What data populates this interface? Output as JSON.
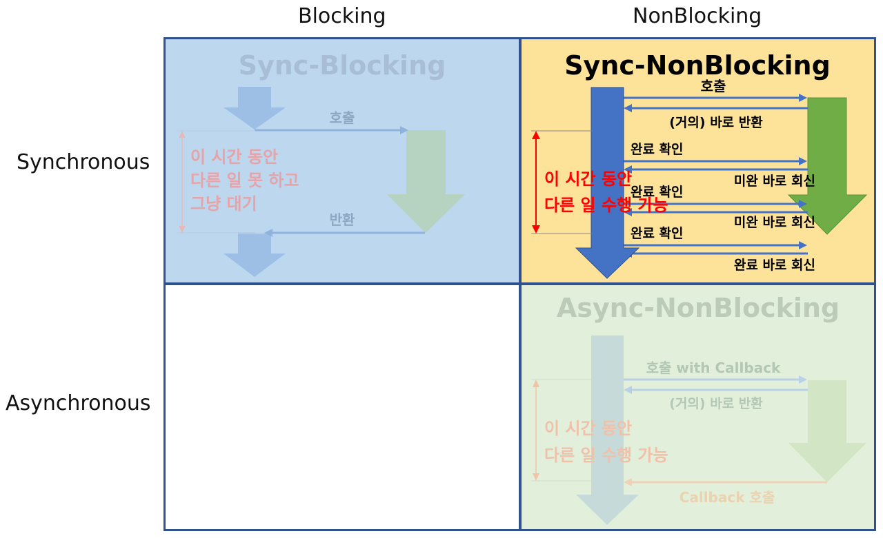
{
  "columns": {
    "left": "Blocking",
    "right": "NonBlocking"
  },
  "rows": {
    "top": "Synchronous",
    "bottom": "Asynchronous"
  },
  "sync_blocking": {
    "title": "Sync-Blocking",
    "call_label": "호출",
    "return_label": "반환",
    "wait_text_line1": "이 시간 동안",
    "wait_text_line2": "다른 일 못 하고",
    "wait_text_line3": "그냥 대기",
    "colors": {
      "bg": "#bcd7ee",
      "arrow_blue": "#9dbfe6",
      "arrow_green": "#b6d3c1",
      "faded_text": "#e6a3a8",
      "faded_label": "#8ea7c2"
    }
  },
  "sync_nonblocking": {
    "title": "Sync-NonBlocking",
    "call_label": "호출",
    "immediate_return_label": "(거의) 바로 반환",
    "check_label_1": "완료 확인",
    "reply_label_1": "미완 바로 회신",
    "check_label_2": "완료 확인",
    "reply_label_2": "미완 바로 회신",
    "check_label_3": "완료 확인",
    "reply_label_3": "완료 바로 회신",
    "work_text_line1": "이 시간 동안",
    "work_text_line2": "다른 일 수행 가능",
    "colors": {
      "bg": "#fde39a",
      "arrow_blue": "#4472c4",
      "arrow_green": "#70ad47",
      "red": "#ff0000"
    }
  },
  "async_nonblocking": {
    "title": "Async-NonBlocking",
    "call_label": "호출 with Callback",
    "immediate_return_label": "(거의) 바로 반환",
    "callback_label": "Callback 호출",
    "work_text_line1": "이 시간 동안",
    "work_text_line2": "다른 일 수행 가능",
    "colors": {
      "bg": "#e2efda",
      "arrow_blue": "#c6dbd9",
      "arrow_green": "#d2e6c6",
      "faded_text": "#f0c1a8",
      "faded_label": "#b3c7b5"
    }
  },
  "border_color": "#2f528f"
}
